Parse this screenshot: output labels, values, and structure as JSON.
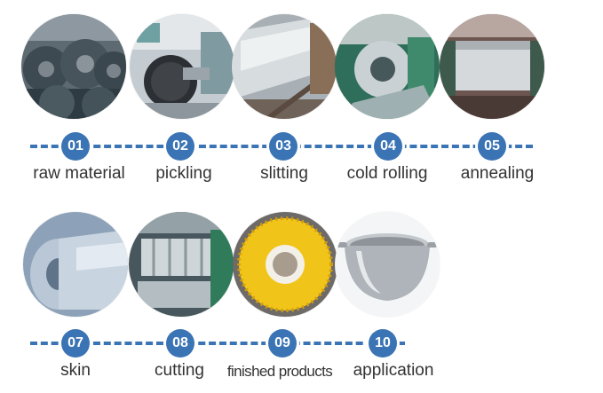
{
  "steps": [
    {
      "num": "01",
      "label": "raw material",
      "image": "steel-coils-warehouse"
    },
    {
      "num": "02",
      "label": "pickling",
      "image": "coil-pickling-line"
    },
    {
      "num": "03",
      "label": "slitting",
      "image": "steel-strip-slitting"
    },
    {
      "num": "04",
      "label": "cold rolling",
      "image": "cold-rolling-mill"
    },
    {
      "num": "05",
      "label": "annealing",
      "image": "annealing-line"
    },
    {
      "num": "07",
      "label": "skin",
      "image": "skin-pass-coil"
    },
    {
      "num": "08",
      "label": "cutting",
      "image": "cut-strip-coils"
    },
    {
      "num": "09",
      "label": "finished products",
      "image": "finished-coil-yellow-wrap"
    },
    {
      "num": "10",
      "label": "application",
      "image": "stainless-steel-bowl"
    }
  ],
  "colors": {
    "accent": "#3b74b4",
    "text": "#333333"
  }
}
